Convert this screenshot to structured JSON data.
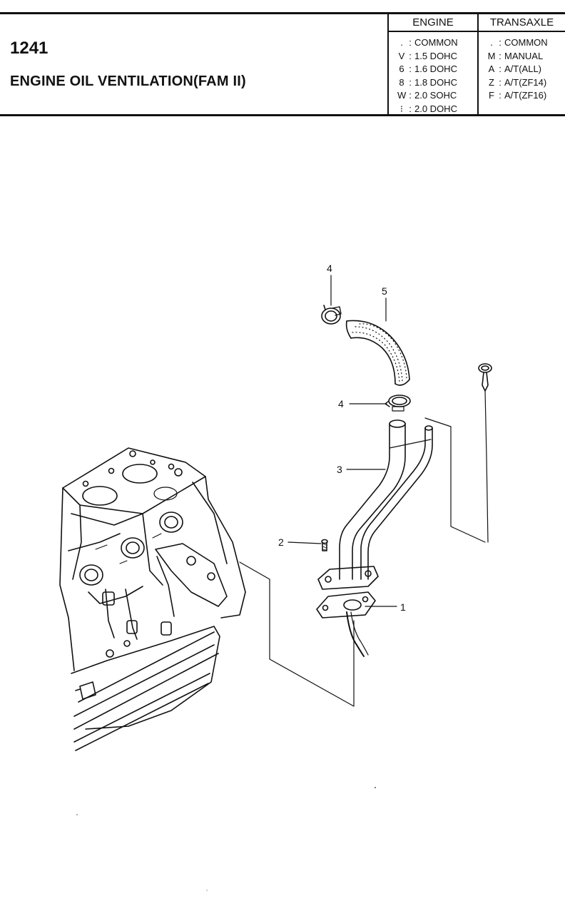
{
  "header": {
    "part_number": "1241",
    "title": "ENGINE OIL VENTILATION(FAM II)"
  },
  "engine_table": {
    "heading": "ENGINE",
    "rows": [
      {
        "code": ".",
        "value": "COMMON"
      },
      {
        "code": "V",
        "value": "1.5 DOHC"
      },
      {
        "code": "6",
        "value": "1.6 DOHC"
      },
      {
        "code": "8",
        "value": "1.8 DOHC"
      },
      {
        "code": "W",
        "value": "2.0 SOHC"
      },
      {
        "code": "⁝",
        "value": "2.0 DOHC"
      }
    ]
  },
  "transaxle_table": {
    "heading": "TRANSAXLE",
    "rows": [
      {
        "code": ".",
        "value": "COMMON"
      },
      {
        "code": "M",
        "value": "MANUAL"
      },
      {
        "code": "A",
        "value": "A/T(ALL)"
      },
      {
        "code": "Z",
        "value": "A/T(ZF14)"
      },
      {
        "code": "F",
        "value": "A/T(ZF16)"
      }
    ]
  },
  "callouts": {
    "c1": "1",
    "c2": "2",
    "c3": "3",
    "c4_top": "4",
    "c4_mid": "4",
    "c5": "5"
  }
}
